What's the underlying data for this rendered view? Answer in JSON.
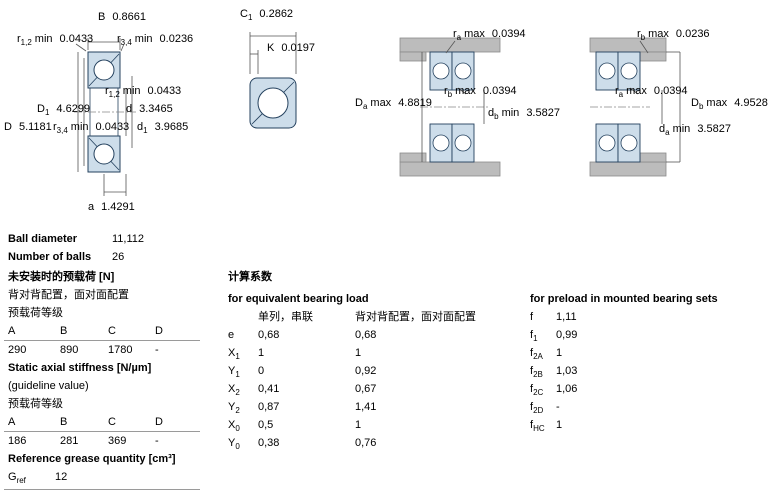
{
  "colors": {
    "bearing_fill": "#cdddea",
    "bearing_stroke": "#24415e",
    "housing_fill": "#bcbcbc",
    "dim_line": "#555555"
  },
  "dims": {
    "d1_B": {
      "base": "B",
      "value": "0.8661"
    },
    "d1_r12_top": {
      "base": "r",
      "sub": "1,2",
      "suffix": "min",
      "value": "0.0433"
    },
    "d1_r34_top": {
      "base": "r",
      "sub": "3,4",
      "suffix": "min",
      "value": "0.0236"
    },
    "d1_r12_mid": {
      "base": "r",
      "sub": "1,2",
      "suffix": "min",
      "value": "0.0433"
    },
    "d1_D1": {
      "base": "D",
      "sub": "1",
      "value": "4.6299"
    },
    "d1_d": {
      "base": "d",
      "value": "3.3465"
    },
    "d1_D": {
      "base": "D",
      "value": "5.1181"
    },
    "d1_r34_mid": {
      "base": "r",
      "sub": "3,4",
      "suffix": "min",
      "value": "0.0433"
    },
    "d1_d1": {
      "base": "d",
      "sub": "1",
      "value": "3.9685"
    },
    "d1_a": {
      "base": "a",
      "value": "1.4291"
    },
    "d2_C1": {
      "base": "C",
      "sub": "1",
      "value": "0.2862"
    },
    "d2_K": {
      "base": "K",
      "value": "0.0197"
    },
    "d3_ra": {
      "base": "r",
      "sub": "a",
      "suffix": "max",
      "value": "0.0394"
    },
    "d3_Da": {
      "base": "D",
      "sub": "a",
      "suffix": "max",
      "value": "4.8819"
    },
    "d3_rb": {
      "base": "r",
      "sub": "b",
      "suffix": "max",
      "value": "0.0394"
    },
    "d3_db": {
      "base": "d",
      "sub": "b",
      "suffix": "min",
      "value": "3.5827"
    },
    "d4_rb": {
      "base": "r",
      "sub": "b",
      "suffix": "max",
      "value": "0.0236"
    },
    "d4_ra": {
      "base": "r",
      "sub": "a",
      "suffix": "max",
      "value": "0.0394"
    },
    "d4_Db": {
      "base": "D",
      "sub": "b",
      "suffix": "max",
      "value": "4.9528"
    },
    "d4_da": {
      "base": "d",
      "sub": "a",
      "suffix": "min",
      "value": "3.5827"
    }
  },
  "specs": {
    "ball_diameter": {
      "label": "Ball diameter",
      "value": "11,112"
    },
    "number_of_balls": {
      "label": "Number of balls",
      "value": "26"
    }
  },
  "preload_unmounted": {
    "title": "未安装时的预载荷 [N]",
    "subtitle": "背对背配置，面对面配置",
    "class_label": "预载荷等级",
    "headers": [
      "A",
      "B",
      "C",
      "D"
    ],
    "values": [
      "290",
      "890",
      "1780",
      "-"
    ]
  },
  "stiffness": {
    "title": "Static axial stiffness [N/µm]",
    "subtitle": "(guideline value)",
    "class_label": "预载荷等级",
    "headers": [
      "A",
      "B",
      "C",
      "D"
    ],
    "values": [
      "186",
      "281",
      "369",
      "-"
    ]
  },
  "grease": {
    "title": "Reference grease quantity [cm³]",
    "symbol": {
      "base": "G",
      "sub": "ref"
    },
    "value": "12"
  },
  "calc_factors": {
    "title": "计算系数",
    "subtitle": "for equivalent bearing load",
    "col1_header": "单列，串联",
    "col2_header": "背对背配置，面对面配置",
    "rows": [
      {
        "base": "e",
        "v1": "0,68",
        "v2": "0,68"
      },
      {
        "base": "X",
        "sub": "1",
        "v1": "1",
        "v2": "1"
      },
      {
        "base": "Y",
        "sub": "1",
        "v1": "0",
        "v2": "0,92"
      },
      {
        "base": "X",
        "sub": "2",
        "v1": "0,41",
        "v2": "0,67"
      },
      {
        "base": "Y",
        "sub": "2",
        "v1": "0,87",
        "v2": "1,41"
      },
      {
        "base": "X",
        "sub": "0",
        "v1": "0,5",
        "v2": "1"
      },
      {
        "base": "Y",
        "sub": "0",
        "v1": "0,38",
        "v2": "0,76"
      }
    ]
  },
  "preload_factors": {
    "title": "for preload in mounted bearing sets",
    "rows": [
      {
        "base": "f",
        "value": "1,11"
      },
      {
        "base": "f",
        "sub": "1",
        "value": "0,99"
      },
      {
        "base": "f",
        "sub": "2A",
        "value": "1"
      },
      {
        "base": "f",
        "sub": "2B",
        "value": "1,03"
      },
      {
        "base": "f",
        "sub": "2C",
        "value": "1,06"
      },
      {
        "base": "f",
        "sub": "2D",
        "value": "-"
      },
      {
        "base": "f",
        "sub": "HC",
        "value": "1"
      }
    ]
  }
}
